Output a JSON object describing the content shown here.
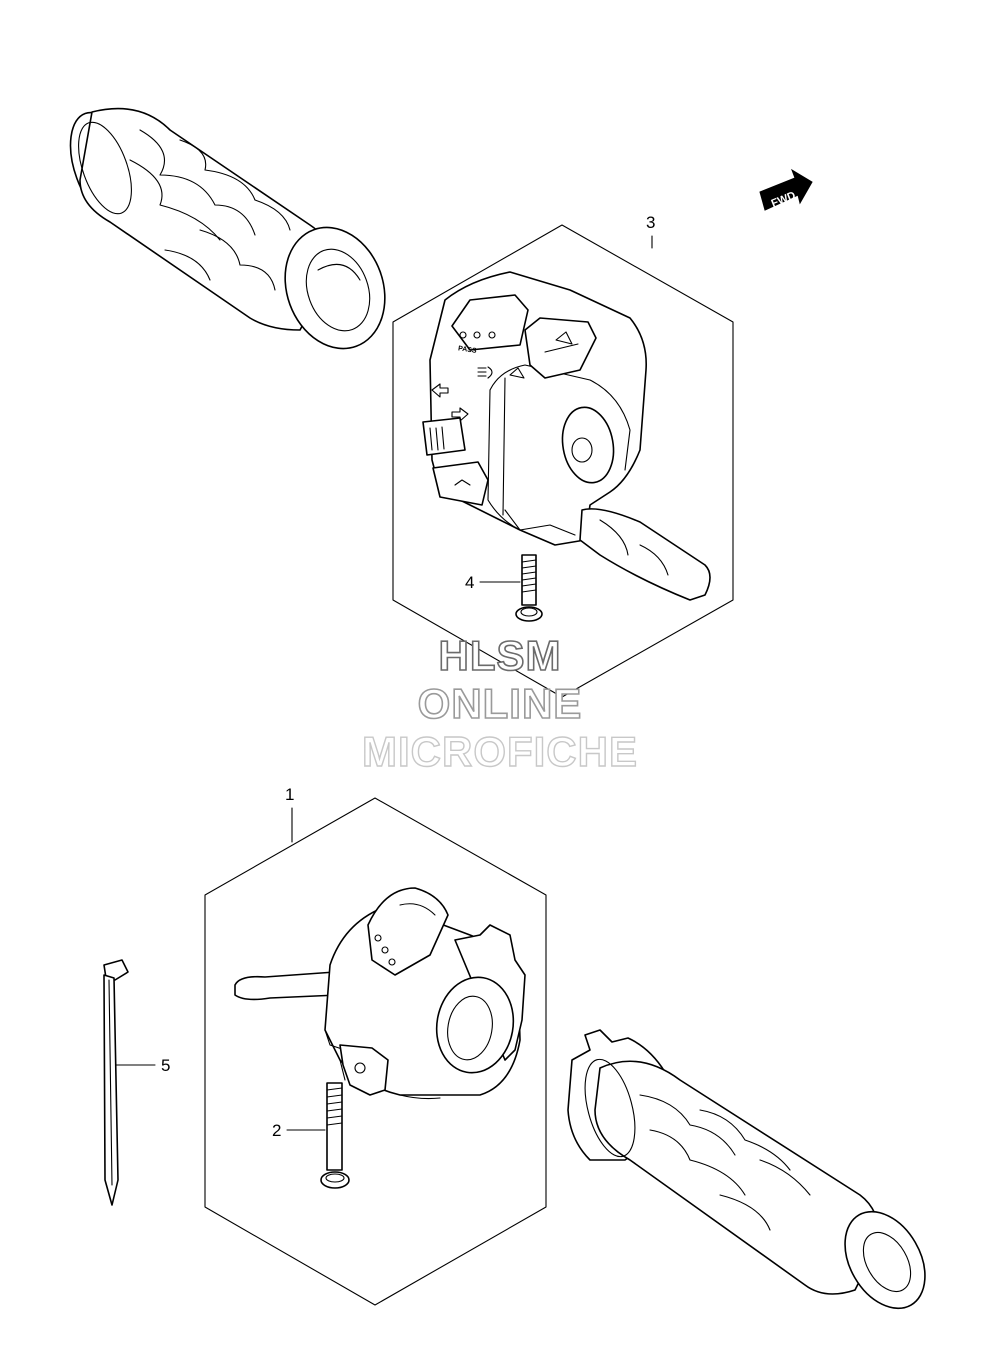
{
  "forward_indicator": {
    "label": "FWD"
  },
  "callouts": [
    {
      "id": "callout-1",
      "label": "1"
    },
    {
      "id": "callout-2",
      "label": "2"
    },
    {
      "id": "callout-3",
      "label": "3"
    },
    {
      "id": "callout-4",
      "label": "4"
    },
    {
      "id": "callout-5",
      "label": "5"
    }
  ],
  "switch_markings": {
    "pass_label": "PASS"
  },
  "watermark": {
    "line1": "HLSM",
    "line2": "ONLINE",
    "line3": "MICROFICHE"
  },
  "colors": {
    "line": "#000000",
    "background": "#ffffff",
    "watermark_dark": "#6b6b6b",
    "watermark_mid": "#9a9a9a",
    "watermark_light": "#c8c8c8"
  }
}
